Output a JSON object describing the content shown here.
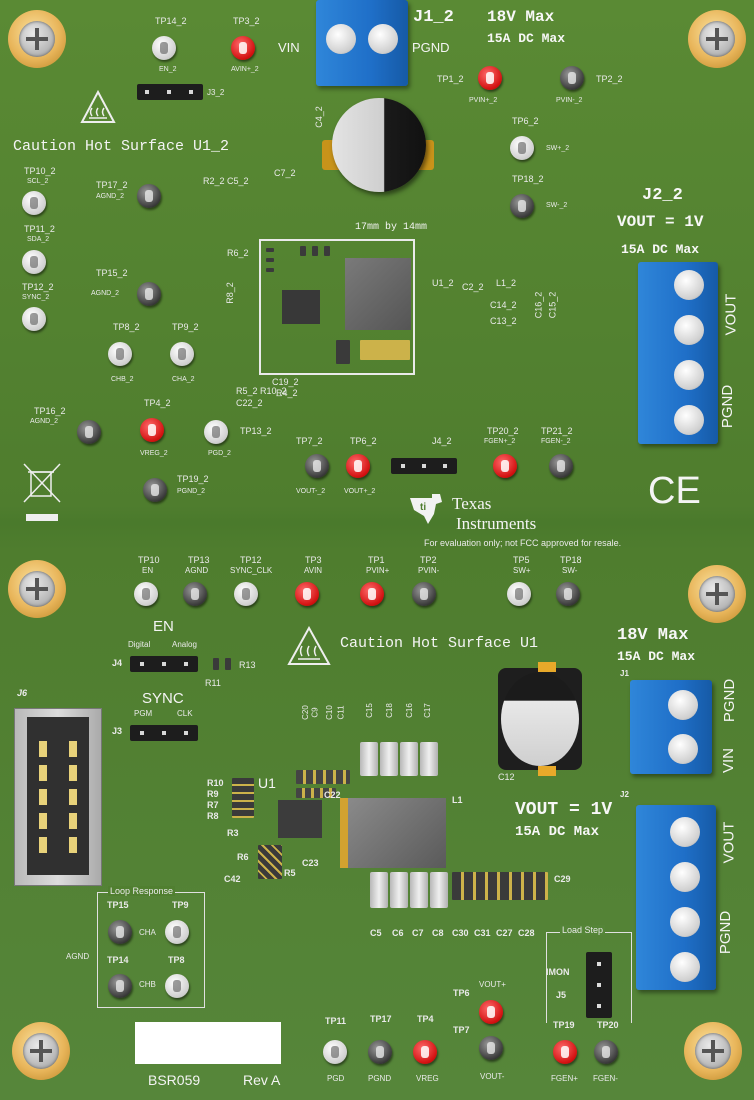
{
  "top_board": {
    "connector_j1": {
      "ref": "J1_2",
      "pin_vin": "VIN",
      "pin_pgnd": "PGND",
      "spec_v": "18V Max",
      "spec_a": "15A DC Max"
    },
    "connector_j2": {
      "ref": "J2_2",
      "vout": "VOUT = 1V",
      "spec_a": "15A DC Max",
      "pin_vout": "VOUT",
      "pin_pgnd": "PGND"
    },
    "caution": "Caution Hot Surface U1_2",
    "module_size": "17mm by 14mm",
    "refs": {
      "c4": "C4_2",
      "c7": "C7_2",
      "j3": "J3_2",
      "j4": "J4_2",
      "r2c5": "R2_2 C5_2",
      "u1": "U1_2",
      "c2": "C2_2",
      "l1": "L1_2",
      "c14": "C14_2",
      "c13": "C13_2",
      "c16": "C16_2",
      "c15": "C15_2",
      "c19": "C19_2",
      "r4": "R4_2",
      "c22": "C22_2",
      "r5r10": "R5_2 R10_2",
      "r6": "R6_2",
      "r8": "R8_2"
    },
    "testpoints": [
      {
        "id": "TP14_2",
        "label": "EN_2",
        "color": "white"
      },
      {
        "id": "TP3_2",
        "label": "AVIN+_2",
        "color": "red"
      },
      {
        "id": "TP1_2",
        "label": "PVIN+_2",
        "color": "red"
      },
      {
        "id": "TP2_2",
        "label": "PVIN-_2",
        "color": "black"
      },
      {
        "id": "TP6_2",
        "label": "SW+_2",
        "color": "white"
      },
      {
        "id": "TP18_2",
        "label": "SW-_2",
        "color": "black"
      },
      {
        "id": "TP10_2",
        "label": "SCL_2",
        "color": "white"
      },
      {
        "id": "TP17_2",
        "label": "AGND_2",
        "color": "black"
      },
      {
        "id": "TP11_2",
        "label": "SDA_2",
        "color": "white"
      },
      {
        "id": "TP12_2",
        "label": "SYNC_2",
        "color": "white"
      },
      {
        "id": "TP15_2",
        "label": "AGND_2",
        "color": "black"
      },
      {
        "id": "TP8_2",
        "label": "CHB_2",
        "color": "white"
      },
      {
        "id": "TP9_2",
        "label": "CHA_2",
        "color": "white"
      },
      {
        "id": "TP16_2",
        "label": "AGND_2",
        "color": "black"
      },
      {
        "id": "TP4_2",
        "label": "VREG_2",
        "color": "red"
      },
      {
        "id": "TP13_2",
        "label": "PGD_2",
        "color": "white"
      },
      {
        "id": "TP7_2",
        "label": "VOUT-_2",
        "color": "black"
      },
      {
        "id": "TP6_2",
        "label": "VOUT+_2",
        "color": "red"
      },
      {
        "id": "TP20_2",
        "label": "FGEN+_2",
        "color": "red"
      },
      {
        "id": "TP21_2",
        "label": "FGEN-_2",
        "color": "black"
      },
      {
        "id": "TP19_2",
        "label": "PGND_2",
        "color": "black"
      }
    ],
    "ce_mark": "CE"
  },
  "ti_logo": {
    "line1": "Texas",
    "line2": "Instruments",
    "disclaimer": "For evaluation only; not FCC approved for resale."
  },
  "bottom_board": {
    "top_testpoints": [
      {
        "id": "TP10",
        "label": "EN",
        "color": "white"
      },
      {
        "id": "TP13",
        "label": "AGND",
        "color": "black"
      },
      {
        "id": "TP12",
        "label": "SYNC_CLK",
        "color": "white"
      },
      {
        "id": "TP3",
        "label": "AVIN",
        "color": "red"
      },
      {
        "id": "TP1",
        "label": "PVIN+",
        "color": "red"
      },
      {
        "id": "TP2",
        "label": "PVIN-",
        "color": "black"
      },
      {
        "id": "TP5",
        "label": "SW+",
        "color": "white"
      },
      {
        "id": "TP18",
        "label": "SW-",
        "color": "black"
      }
    ],
    "en": {
      "title": "EN",
      "opt1": "Digital",
      "opt2": "Analog",
      "ref": "J4",
      "r13": "R13",
      "r11": "R11"
    },
    "sync": {
      "title": "SYNC",
      "opt1": "PGM",
      "opt2": "CLK",
      "ref": "J3"
    },
    "j6": "J6",
    "caution": "Caution Hot Surface U1",
    "connector_j1": {
      "ref": "J1",
      "spec_v": "18V Max",
      "spec_a": "15A DC Max",
      "pin_pgnd": "PGND",
      "pin_vin": "VIN"
    },
    "connector_j2": {
      "ref": "J2",
      "vout": "VOUT = 1V",
      "spec_a": "15A DC Max",
      "pin_vout": "VOUT",
      "pin_pgnd": "PGND"
    },
    "refs": {
      "u1": "U1",
      "c12": "C12",
      "l1": "L1",
      "c22": "C22",
      "c23": "C23",
      "c42": "C42",
      "r3": "R3",
      "r5": "R5",
      "r6": "R6",
      "r10": "R10",
      "r9": "R9",
      "r7": "R7",
      "r8": "R8",
      "c29": "C29",
      "agnd": "AGND"
    },
    "cap_row_top": [
      "C20",
      "C9",
      "C10",
      "C11",
      "C15",
      "C18",
      "C16",
      "C17"
    ],
    "cap_row_bottom": [
      "C5",
      "C6",
      "C7",
      "C8",
      "C30",
      "C31",
      "C27",
      "C28"
    ],
    "loop_response": {
      "title": "Loop Response",
      "tp15": "TP15",
      "tp9": "TP9",
      "tp14": "TP14",
      "tp8": "TP8",
      "cha": "CHA",
      "chb": "CHB"
    },
    "load_step": {
      "title": "Load Step",
      "imon": "IMON",
      "j5": "J5"
    },
    "bottom_testpoints": [
      {
        "id": "TP11",
        "label": "PGD",
        "color": "white"
      },
      {
        "id": "TP17",
        "label": "PGND",
        "color": "black"
      },
      {
        "id": "TP4",
        "label": "VREG",
        "color": "red"
      },
      {
        "id": "TP6",
        "label": "VOUT+",
        "color": "red"
      },
      {
        "id": "TP7",
        "label": "VOUT-",
        "color": "black"
      },
      {
        "id": "TP19",
        "label": "FGEN+",
        "color": "red"
      },
      {
        "id": "TP20",
        "label": "FGEN-",
        "color": "black"
      }
    ],
    "board_id": "BSR059",
    "revision": "Rev A"
  },
  "colors": {
    "pcb": "#4f7d2e",
    "terminal": "#1f6fc8",
    "mount": "#e8b55a",
    "tp_red": "#d21010",
    "tp_black": "#3a3a3a",
    "tp_white": "#e6e6e6"
  }
}
